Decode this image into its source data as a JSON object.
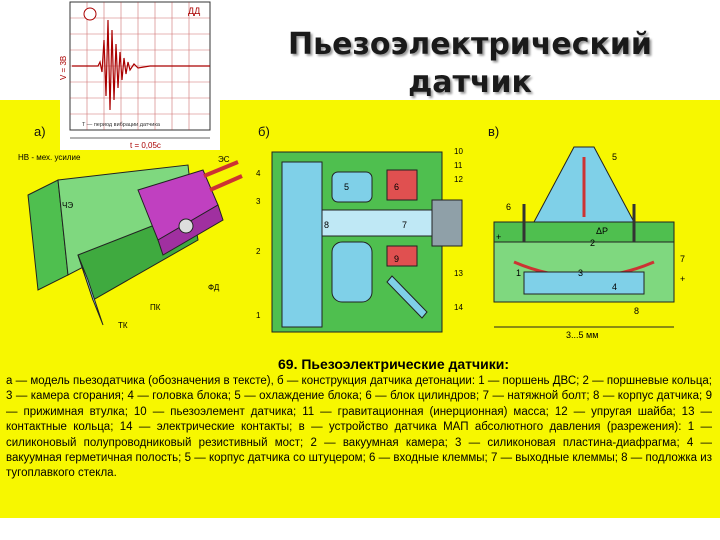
{
  "slide": {
    "title_line1": "Пьезоэлектрический",
    "title_line2": "датчик"
  },
  "oscillogram": {
    "y_label": "V = 3В",
    "corner_label": "ДД",
    "x_label": "t = 0,05с",
    "note": "T — период вибрации датчика"
  },
  "panel_a": {
    "label": "а)",
    "callouts": [
      "НВ - мех. усилие",
      "ЭС",
      "ЧЭ",
      "ФД",
      "ПК",
      "ТК"
    ]
  },
  "panel_b": {
    "label": "б)",
    "callouts": [
      "4",
      "3",
      "2",
      "1",
      "10",
      "11",
      "12",
      "13",
      "14",
      "5",
      "6",
      "7",
      "8",
      "9"
    ]
  },
  "panel_c": {
    "label": "в)",
    "callouts": [
      "5",
      "6",
      "ΔP",
      "2",
      "3",
      "1",
      "4",
      "7",
      "8",
      "+",
      "+"
    ],
    "dimension": "3...5 мм"
  },
  "caption": {
    "title": "69. Пьезоэлектрические датчики:",
    "text": "а — модель пьезодатчика (обозначения в тексте), б — конструкция датчика детонации: 1 — поршень ДВС; 2 — поршневые кольца; 3 — камера сгорания; 4 — головка блока; 5 — охлаждение блока; 6 — блок цилиндров; 7 — натяжной болт; 8 — корпус датчика; 9 — прижимная втулка; 10 — пьезоэлемент датчика; 11 — гравитационная (инерционная) масса; 12 — упругая шайба; 13 — контактные кольца; 14 — электрические контакты; в — устройство датчика МАП абсолютного давления (разрежения): 1 — силиконовый полупроводниковый резистивный мост; 2 — вакуумная камера; 3 — силиконовая пластина-диафрагма; 4 — вакуумная герметичная полость; 5 — корпус датчика со штуцером; 6 — входные клеммы; 7 — выходные клеммы; 8 — подложка из тугоплавкого стекла."
  },
  "colors": {
    "background_yellow": "#f7f700",
    "green": "#3fbf3f",
    "cyan": "#7fd0e8",
    "magenta": "#c040c0",
    "red": "#d01818"
  }
}
